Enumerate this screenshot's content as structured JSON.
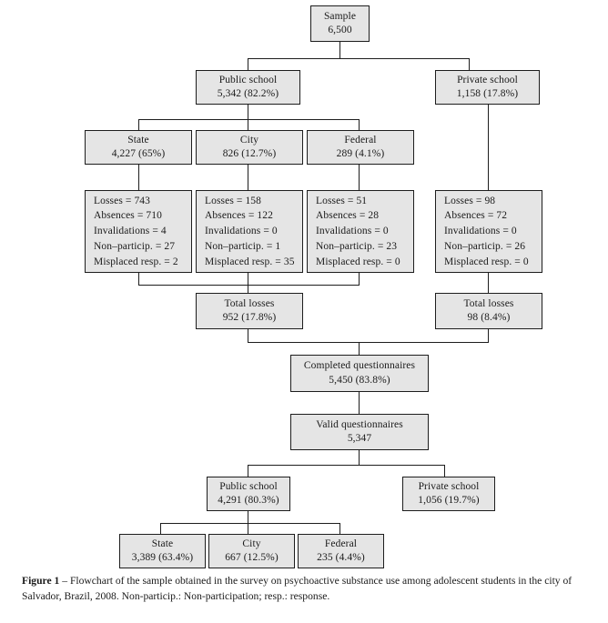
{
  "figure": {
    "label": "Figure 1",
    "dash": "–",
    "caption": "Flowchart of the sample obtained in the survey on psychoactive substance use among adolescent students in the city of Salvador, Brazil, 2008. Non-particip.: Non-participation; resp.: response."
  },
  "colors": {
    "box_fill": "#e5e5e5",
    "box_border": "#1d1d1d",
    "line": "#1d1d1d",
    "text": "#1a1a1a",
    "page_background": "#ffffff"
  },
  "chart_data": {
    "type": "diagram",
    "title": "Flowchart of the sample obtained in the survey on psychoactive substance use among adolescent students in the city of Salvador, Brazil, 2008",
    "nodes": [
      {
        "id": "sample",
        "line1": "Sample",
        "line2": "6,500"
      },
      {
        "id": "public_school_top",
        "line1": "Public school",
        "line2": "5,342 (82.2%)"
      },
      {
        "id": "private_school_top",
        "line1": "Private school",
        "line2": "1,158 (17.8%)"
      },
      {
        "id": "state_top",
        "line1": "State",
        "line2": "4,227 (65%)"
      },
      {
        "id": "city_top",
        "line1": "City",
        "line2": "826 (12.7%)"
      },
      {
        "id": "federal_top",
        "line1": "Federal",
        "line2": "289 (4.1%)"
      },
      {
        "id": "total_losses_public",
        "line1": "Total losses",
        "line2": "952 (17.8%)"
      },
      {
        "id": "total_losses_private",
        "line1": "Total losses",
        "line2": "98 (8.4%)"
      },
      {
        "id": "completed_questionnaires",
        "line1": "Completed questionnaires",
        "line2": "5,450 (83.8%)"
      },
      {
        "id": "valid_questionnaires",
        "line1": "Valid questionnaires",
        "line2": "5,347"
      },
      {
        "id": "public_school_bottom",
        "line1": "Public school",
        "line2": "4,291 (80.3%)"
      },
      {
        "id": "private_school_bottom",
        "line1": "Private school",
        "line2": "1,056 (19.7%)"
      },
      {
        "id": "state_bottom",
        "line1": "State",
        "line2": "3,389 (63.4%)"
      },
      {
        "id": "city_bottom",
        "line1": "City",
        "line2": "667 (12.5%)"
      },
      {
        "id": "federal_bottom",
        "line1": "Federal",
        "line2": "235 (4.4%)"
      }
    ],
    "loss_boxes": [
      {
        "id": "losses_state",
        "rows": [
          "Losses = 743",
          "Absences = 710",
          "Invalidations = 4",
          "Non–particip. = 27",
          "Misplaced resp. = 2"
        ]
      },
      {
        "id": "losses_city",
        "rows": [
          "Losses = 158",
          "Absences = 122",
          "Invalidations = 0",
          "Non–particip. = 1",
          "Misplaced resp. = 35"
        ]
      },
      {
        "id": "losses_federal",
        "rows": [
          "Losses = 51",
          "Absences = 28",
          "Invalidations = 0",
          "Non–particip. = 23",
          "Misplaced resp. = 0"
        ]
      },
      {
        "id": "losses_private",
        "rows": [
          "Losses = 98",
          "Absences = 72",
          "Invalidations = 0",
          "Non–particip. = 26",
          "Misplaced resp. = 0"
        ]
      }
    ],
    "edges": [
      {
        "from": "sample",
        "to": "public_school_top"
      },
      {
        "from": "sample",
        "to": "private_school_top"
      },
      {
        "from": "public_school_top",
        "to": "state_top"
      },
      {
        "from": "public_school_top",
        "to": "city_top"
      },
      {
        "from": "public_school_top",
        "to": "federal_top"
      },
      {
        "from": "state_top",
        "to": "losses_state"
      },
      {
        "from": "city_top",
        "to": "losses_city"
      },
      {
        "from": "federal_top",
        "to": "losses_federal"
      },
      {
        "from": "private_school_top",
        "to": "losses_private"
      },
      {
        "from": "losses_state",
        "to": "total_losses_public"
      },
      {
        "from": "losses_city",
        "to": "total_losses_public"
      },
      {
        "from": "losses_federal",
        "to": "total_losses_public"
      },
      {
        "from": "losses_private",
        "to": "total_losses_private"
      },
      {
        "from": "total_losses_public",
        "to": "completed_questionnaires"
      },
      {
        "from": "total_losses_private",
        "to": "completed_questionnaires"
      },
      {
        "from": "completed_questionnaires",
        "to": "valid_questionnaires"
      },
      {
        "from": "valid_questionnaires",
        "to": "public_school_bottom"
      },
      {
        "from": "valid_questionnaires",
        "to": "private_school_bottom"
      },
      {
        "from": "public_school_bottom",
        "to": "state_bottom"
      },
      {
        "from": "public_school_bottom",
        "to": "city_bottom"
      },
      {
        "from": "public_school_bottom",
        "to": "federal_bottom"
      }
    ]
  }
}
